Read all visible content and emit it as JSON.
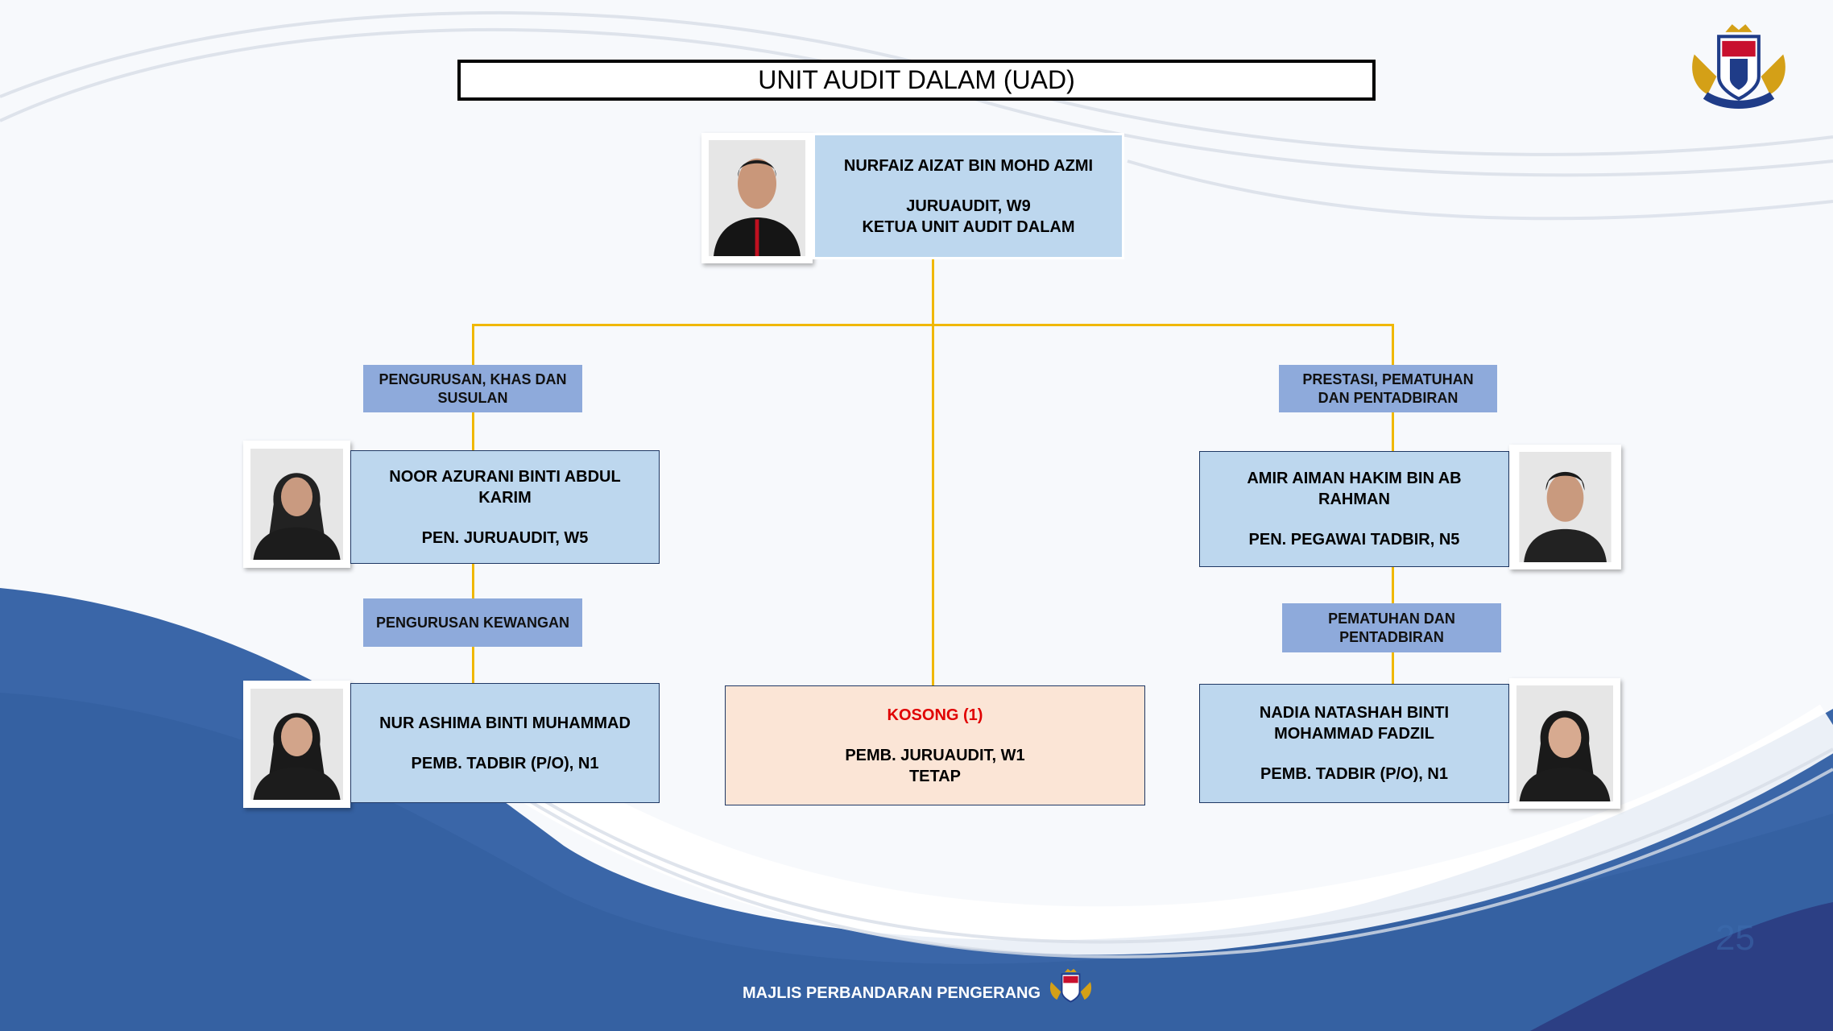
{
  "title": "UNIT AUDIT DALAM (UAD)",
  "head": {
    "name": "NURFAIZ AIZAT BIN MOHD AZMI",
    "grade": "JURUAUDIT, W9",
    "role": "KETUA UNIT AUDIT DALAM"
  },
  "left": {
    "section1": "PENGURUSAN, KHAS DAN SUSULAN",
    "person1": {
      "name": "NOOR AZURANI BINTI ABDUL KARIM",
      "grade": "PEN. JURUAUDIT, W5"
    },
    "section2": "PENGURUSAN KEWANGAN",
    "person2": {
      "name": "NUR ASHIMA BINTI MUHAMMAD",
      "grade": "PEMB. TADBIR (P/O), N1"
    }
  },
  "middle": {
    "status": "KOSONG (1)",
    "grade": "PEMB. JURUAUDIT, W1",
    "type": "TETAP"
  },
  "right": {
    "section1": "PRESTASI, PEMATUHAN DAN PENTADBIRAN",
    "person1": {
      "name": "AMIR AIMAN HAKIM BIN AB RAHMAN",
      "grade": "PEN. PEGAWAI TADBIR, N5"
    },
    "section2": "PEMATUHAN DAN PENTADBIRAN",
    "person2": {
      "name": "NADIA NATASHAH BINTI MOHAMMAD FADZIL",
      "grade": "PEMB. TADBIR (P/O), N1"
    }
  },
  "footer": {
    "org": "MAJLIS PERBANDARAN PENGERANG",
    "page_number": "25"
  },
  "colors": {
    "connector": "#f0b800",
    "label": "#8eaadb",
    "box": "#bdd7ee",
    "vacant": "#fbe5d6",
    "wave": "#3a66a8"
  }
}
